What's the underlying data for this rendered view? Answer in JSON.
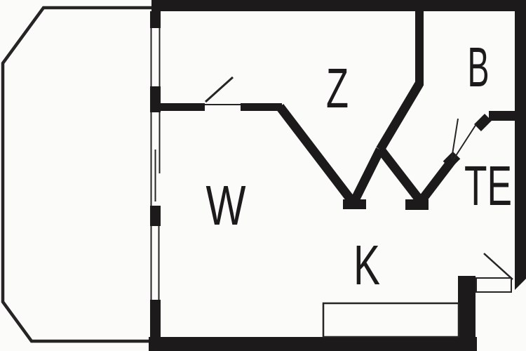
{
  "figure": {
    "kind": "floor-plan"
  },
  "colors": {
    "wall": "#1c1a1a",
    "thin_line": "#262424",
    "background": "#fbfbfa"
  },
  "rooms": [
    {
      "id": "W",
      "label": "W"
    },
    {
      "id": "Z",
      "label": "Z"
    },
    {
      "id": "B",
      "label": "B"
    },
    {
      "id": "TE",
      "label": "TE"
    },
    {
      "id": "K",
      "label": "K"
    }
  ]
}
